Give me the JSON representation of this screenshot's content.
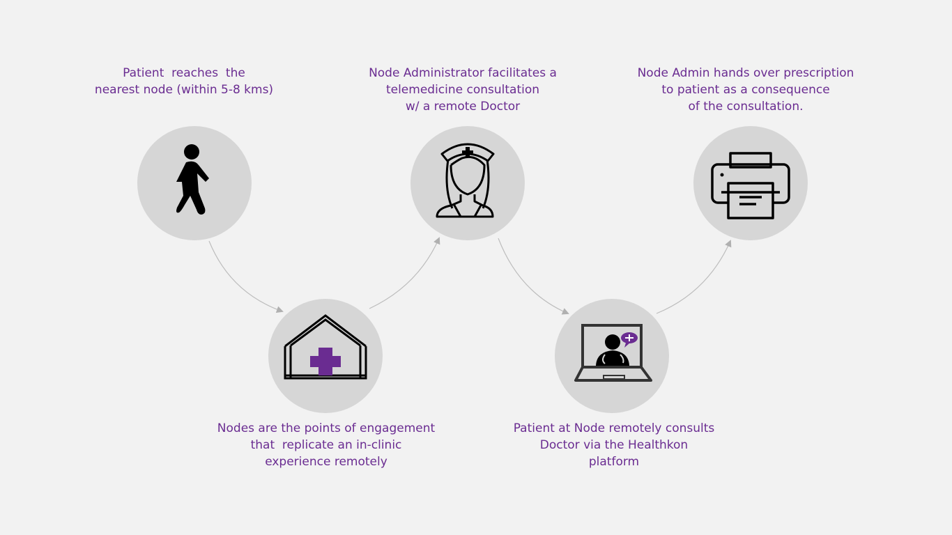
{
  "steps": [
    {
      "lines": [
        "Patient  reaches  the",
        "nearest node (within 5-8 kms)"
      ],
      "icon": "walking-person-icon"
    },
    {
      "lines": [
        "Nodes are the points of engagement",
        "that  replicate an in-clinic",
        "experience remotely"
      ],
      "icon": "clinic-building-icon"
    },
    {
      "lines": [
        "Node Administrator facilitates a",
        "telemedicine consultation",
        "w/ a remote Doctor"
      ],
      "icon": "nurse-icon"
    },
    {
      "lines": [
        "Patient at Node remotely consults",
        "Doctor via the Healthkon",
        "platform"
      ],
      "icon": "laptop-doctor-icon"
    },
    {
      "lines": [
        "Node Admin hands over prescription",
        "to patient as a consequence",
        "of the consultation."
      ],
      "icon": "printer-icon"
    }
  ],
  "colors": {
    "text": "#6a2c91",
    "circle": "#d6d6d6",
    "arrow": "#b0b0b0",
    "accent": "#6a2c91"
  }
}
